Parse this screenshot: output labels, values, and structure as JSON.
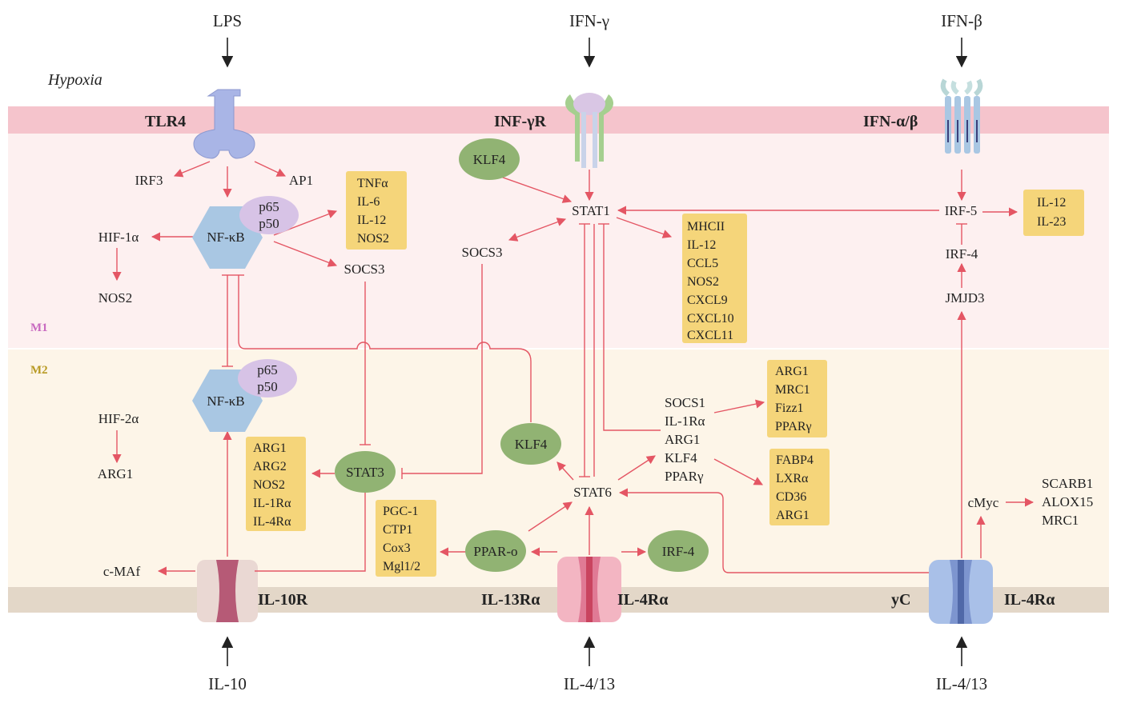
{
  "ligands": {
    "lps": "LPS",
    "ifn_gamma": "IFN-γ",
    "ifn_beta": "IFN-β",
    "il10": "IL-10",
    "il413_center": "IL-4/13",
    "il413_right": "IL-4/13"
  },
  "condition": "Hypoxia",
  "receptors": {
    "tlr4": "TLR4",
    "infgr": "INF-γR",
    "ifnab": "IFN-α/β",
    "il10r": "IL-10R",
    "il13ra": "IL-13Rα",
    "il4ra_center": "IL-4Rα",
    "yc": "yC",
    "il4ra_right": "IL-4Rα"
  },
  "zones": {
    "m1": "M1",
    "m2": "M2"
  },
  "m1": {
    "irf3": "IRF3",
    "ap1": "AP1",
    "nfkb": "NF-κB",
    "p65": "p65",
    "p50": "p50",
    "hif1a": "HIF-1α",
    "nos2": "NOS2",
    "socs3_left": "SOCS3",
    "tnf_box": [
      "TNFα",
      "IL-6",
      "IL-12",
      "NOS2"
    ],
    "klf4": "KLF4",
    "stat1": "STAT1",
    "socs3_center": "SOCS3",
    "stat1_box": [
      "MHCII",
      "IL-12",
      "CCL5",
      "NOS2",
      "CXCL9",
      "CXCL10",
      "CXCL11"
    ],
    "irf5": "IRF-5",
    "irf5_box": [
      "IL-12",
      "IL-23"
    ],
    "irf4": "IRF-4",
    "jmjd3": "JMJD3"
  },
  "m2": {
    "nfkb": "NF-κB",
    "p65": "p65",
    "p50": "p50",
    "hif2a": "HIF-2α",
    "arg1": "ARG1",
    "stat3": "STAT3",
    "stat3_box": [
      "ARG1",
      "ARG2",
      "NOS2",
      "IL-1Rα",
      "IL-4Rα"
    ],
    "cmaf": "c-MAf",
    "klf4": "KLF4",
    "stat6": "STAT6",
    "ppar": "PPAR-o",
    "ppar_box": [
      "PGC-1",
      "CTP1",
      "Cox3",
      "Mgl1/2"
    ],
    "irf4": "IRF-4",
    "stat6_targets": [
      "SOCS1",
      "IL-1Rα",
      "ARG1",
      "KLF4",
      "PPARγ"
    ],
    "box_upper": [
      "ARG1",
      "MRC1",
      "Fizz1",
      "PPARγ"
    ],
    "box_lower": [
      "FABP4",
      "LXRα",
      "CD36",
      "ARG1"
    ],
    "cmyc": "cMyc",
    "cmyc_targets": [
      "SCARB1",
      "ALOX15",
      "MRC1"
    ]
  },
  "colors": {
    "membrane_top": "#f5c4cc",
    "m1_zone": "#fdf0f0",
    "m2_zone": "#fdf5e8",
    "membrane_bottom": "#e3d7c8",
    "arrow": "#e45664",
    "gene_box": "#f5d57a",
    "green_node": "#91b373",
    "nfkb": "#a9c7e3",
    "p65p50": "#d7c3e6",
    "m1_label": "#c86ac0",
    "m2_label": "#b89a23"
  }
}
